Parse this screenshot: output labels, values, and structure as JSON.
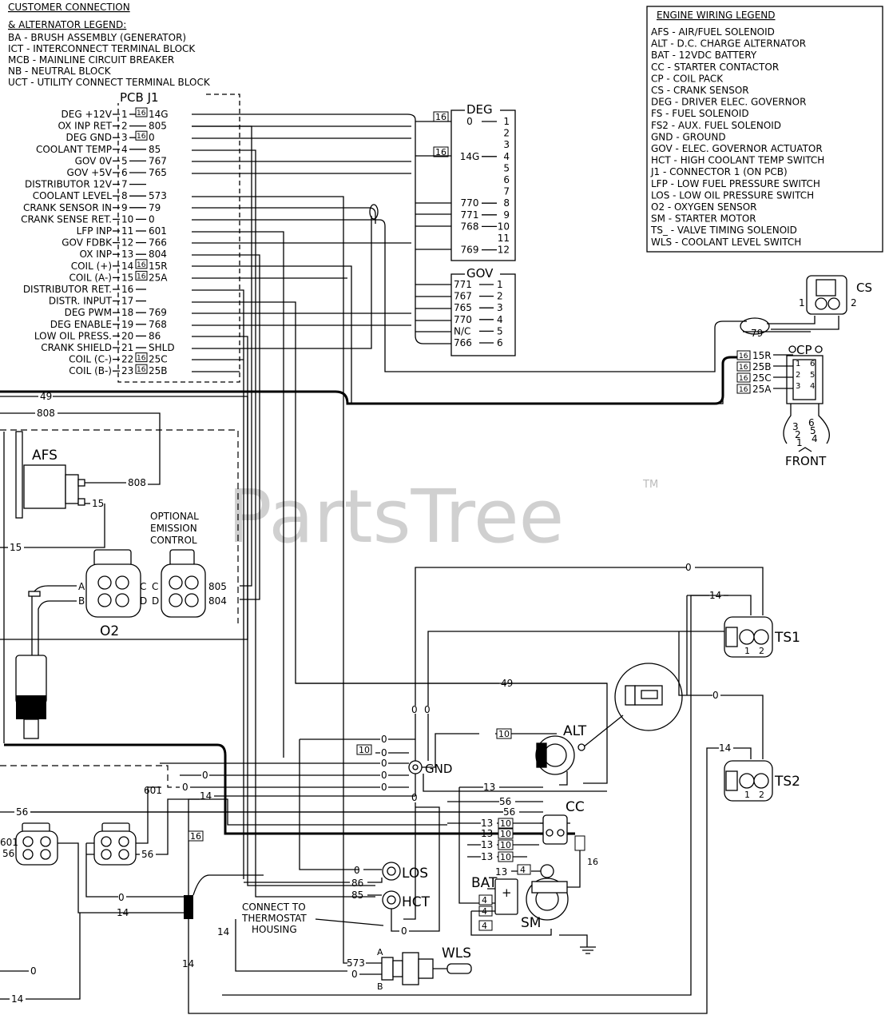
{
  "customer_legend": {
    "title1": "CUSTOMER CONNECTION",
    "title2": "& ALTERNATOR LEGEND:",
    "items": [
      "BA  -  BRUSH ASSEMBLY (GENERATOR)",
      "ICT - INTERCONNECT TERMINAL BLOCK",
      "MCB  - MAINLINE CIRCUIT BREAKER",
      "NB  -  NEUTRAL BLOCK",
      "UCT  -  UTILITY CONNECT TERMINAL BLOCK"
    ]
  },
  "engine_legend": {
    "title": "ENGINE WIRING LEGEND",
    "items": [
      "AFS  -  AIR/FUEL SOLENOID",
      "ALT  -  D.C. CHARGE ALTERNATOR",
      "BAT  -  12VDC BATTERY",
      "CC   -  STARTER CONTACTOR",
      "CP   -  COIL PACK",
      "CS   -  CRANK SENSOR",
      "DEG - DRIVER ELEC. GOVERNOR",
      "FS   -  FUEL SOLENOID",
      "FS2  -  AUX. FUEL SOLENOID",
      "GND  -  GROUND",
      "GOV  -  ELEC. GOVERNOR ACTUATOR",
      "HCT  -  HIGH COOLANT TEMP SWITCH",
      "J1   -  CONNECTOR 1 (ON PCB)",
      "LFP  -  LOW FUEL PRESSURE SWITCH",
      "LOS  -  LOW OIL PRESSURE SWITCH",
      "O2   -  OXYGEN SENSOR",
      "SM   -  STARTER MOTOR",
      "TS_  -  VALVE TIMING SOLENOID",
      "WLS  -  COOLANT LEVEL SWITCH"
    ]
  },
  "pcb": {
    "title": "PCB J1",
    "pins": [
      {
        "label": "DEG +12V",
        "pin": "1",
        "wire": "14G",
        "gauge": "16"
      },
      {
        "label": "OX INP RET",
        "pin": "2",
        "wire": "805",
        "gauge": ""
      },
      {
        "label": "DEG GND",
        "pin": "3",
        "wire": "0",
        "gauge": "16"
      },
      {
        "label": "COOLANT TEMP",
        "pin": "4",
        "wire": "85",
        "gauge": ""
      },
      {
        "label": "GOV 0V",
        "pin": "5",
        "wire": "767",
        "gauge": ""
      },
      {
        "label": "GOV +5V",
        "pin": "6",
        "wire": "765",
        "gauge": ""
      },
      {
        "label": "DISTRIBUTOR 12V",
        "pin": "7",
        "wire": "",
        "gauge": ""
      },
      {
        "label": "COOLANT LEVEL",
        "pin": "8",
        "wire": "573",
        "gauge": ""
      },
      {
        "label": "CRANK SENSOR IN",
        "pin": "9",
        "wire": "79",
        "gauge": ""
      },
      {
        "label": "CRANK SENSE RET.",
        "pin": "10",
        "wire": "0",
        "gauge": ""
      },
      {
        "label": "LFP INP",
        "pin": "11",
        "wire": "601",
        "gauge": ""
      },
      {
        "label": "GOV FDBK",
        "pin": "12",
        "wire": "766",
        "gauge": ""
      },
      {
        "label": "OX INP",
        "pin": "13",
        "wire": "804",
        "gauge": ""
      },
      {
        "label": "COIL (+)",
        "pin": "14",
        "wire": "15R",
        "gauge": "16"
      },
      {
        "label": "COIL (A-)",
        "pin": "15",
        "wire": "25A",
        "gauge": "16"
      },
      {
        "label": "DISTRIBUTOR RET.",
        "pin": "16",
        "wire": "",
        "gauge": ""
      },
      {
        "label": "DISTR. INPUT",
        "pin": "17",
        "wire": "",
        "gauge": ""
      },
      {
        "label": "DEG PWM",
        "pin": "18",
        "wire": "769",
        "gauge": ""
      },
      {
        "label": "DEG ENABLE",
        "pin": "19",
        "wire": "768",
        "gauge": ""
      },
      {
        "label": "LOW OIL PRESS.",
        "pin": "20",
        "wire": "86",
        "gauge": ""
      },
      {
        "label": "CRANK SHIELD",
        "pin": "21",
        "wire": "SHLD",
        "gauge": ""
      },
      {
        "label": "COIL (C-)",
        "pin": "22",
        "wire": "25C",
        "gauge": "16"
      },
      {
        "label": "COIL (B-)",
        "pin": "23",
        "wire": "25B",
        "gauge": "16"
      }
    ]
  },
  "deg": {
    "title": "DEG",
    "pins": [
      {
        "pin": "1",
        "wire": "0"
      },
      {
        "pin": "2",
        "wire": ""
      },
      {
        "pin": "3",
        "wire": ""
      },
      {
        "pin": "4",
        "wire": "14G"
      },
      {
        "pin": "5",
        "wire": ""
      },
      {
        "pin": "6",
        "wire": ""
      },
      {
        "pin": "7",
        "wire": ""
      },
      {
        "pin": "8",
        "wire": "770"
      },
      {
        "pin": "9",
        "wire": "771"
      },
      {
        "pin": "10",
        "wire": "768"
      },
      {
        "pin": "11",
        "wire": ""
      },
      {
        "pin": "12",
        "wire": "769"
      }
    ],
    "gauge": "16"
  },
  "gov": {
    "title": "GOV",
    "pins": [
      {
        "pin": "1",
        "wire": "771"
      },
      {
        "pin": "2",
        "wire": "767"
      },
      {
        "pin": "3",
        "wire": "765"
      },
      {
        "pin": "4",
        "wire": "770"
      },
      {
        "pin": "5",
        "wire": "N/C"
      },
      {
        "pin": "6",
        "wire": "766"
      }
    ]
  },
  "cs": {
    "title": "CS",
    "pin1": "1",
    "pin2": "2",
    "wire": "79"
  },
  "cp": {
    "title": "CP",
    "front": "FRONT",
    "gauge": "16",
    "wires": [
      "15R",
      "25B",
      "25C",
      "25A"
    ],
    "top_pins": [
      "1",
      "2",
      "3",
      "4",
      "5",
      "6"
    ],
    "bottom_pins": [
      "3",
      "2",
      "1",
      "6",
      "5",
      "4"
    ]
  },
  "afs": {
    "title": "AFS",
    "wire1": "808",
    "wire2": "15"
  },
  "emission": {
    "line1": "OPTIONAL",
    "line2": "EMISSION",
    "line3": "CONTROL"
  },
  "o2": {
    "title": "O2",
    "a": "A",
    "b": "B",
    "c": "C",
    "d": "D"
  },
  "emi_conn": {
    "a": "A",
    "b": "B",
    "c": "C",
    "d": "D",
    "wa": "805",
    "wb": "804"
  },
  "left_wires": {
    "w49": "49",
    "w808": "808",
    "w15": "15",
    "w0": "0",
    "w14": "14",
    "w56": "56",
    "w601": "601"
  },
  "ts1": {
    "title": "TS1",
    "p1": "1",
    "p2": "2",
    "wire": "14"
  },
  "ts2": {
    "title": "TS2",
    "p1": "1",
    "p2": "2",
    "wire": "14"
  },
  "alt": {
    "title": "ALT",
    "gauge": "10"
  },
  "gnd": {
    "title": "GND"
  },
  "cc": {
    "title": "CC",
    "gauge": "10",
    "side_gauge": "16",
    "wires": [
      "13",
      "56",
      "56",
      "13",
      "13",
      "13"
    ]
  },
  "los": {
    "title": "LOS",
    "wire": "86",
    "wire0": "0"
  },
  "hct": {
    "title": "HCT",
    "wire": "85",
    "note1": "CONNECT TO",
    "note2": "THERMOSTAT",
    "note3": "HOUSING"
  },
  "bat": {
    "title": "BAT",
    "plus": "+",
    "gauge": "4"
  },
  "sm": {
    "title": "SM",
    "wire": "13",
    "gauge": "4"
  },
  "wls": {
    "title": "WLS",
    "a": "A",
    "b": "B",
    "w573": "573",
    "w0": "0"
  },
  "mid_wires": {
    "w49": "49",
    "w0": "0",
    "w14": "14",
    "w13": "13",
    "w56": "56",
    "w601": "601",
    "g16": "16",
    "g10": "10"
  },
  "watermark": {
    "text": "PartsTree",
    "tm": "TM"
  }
}
